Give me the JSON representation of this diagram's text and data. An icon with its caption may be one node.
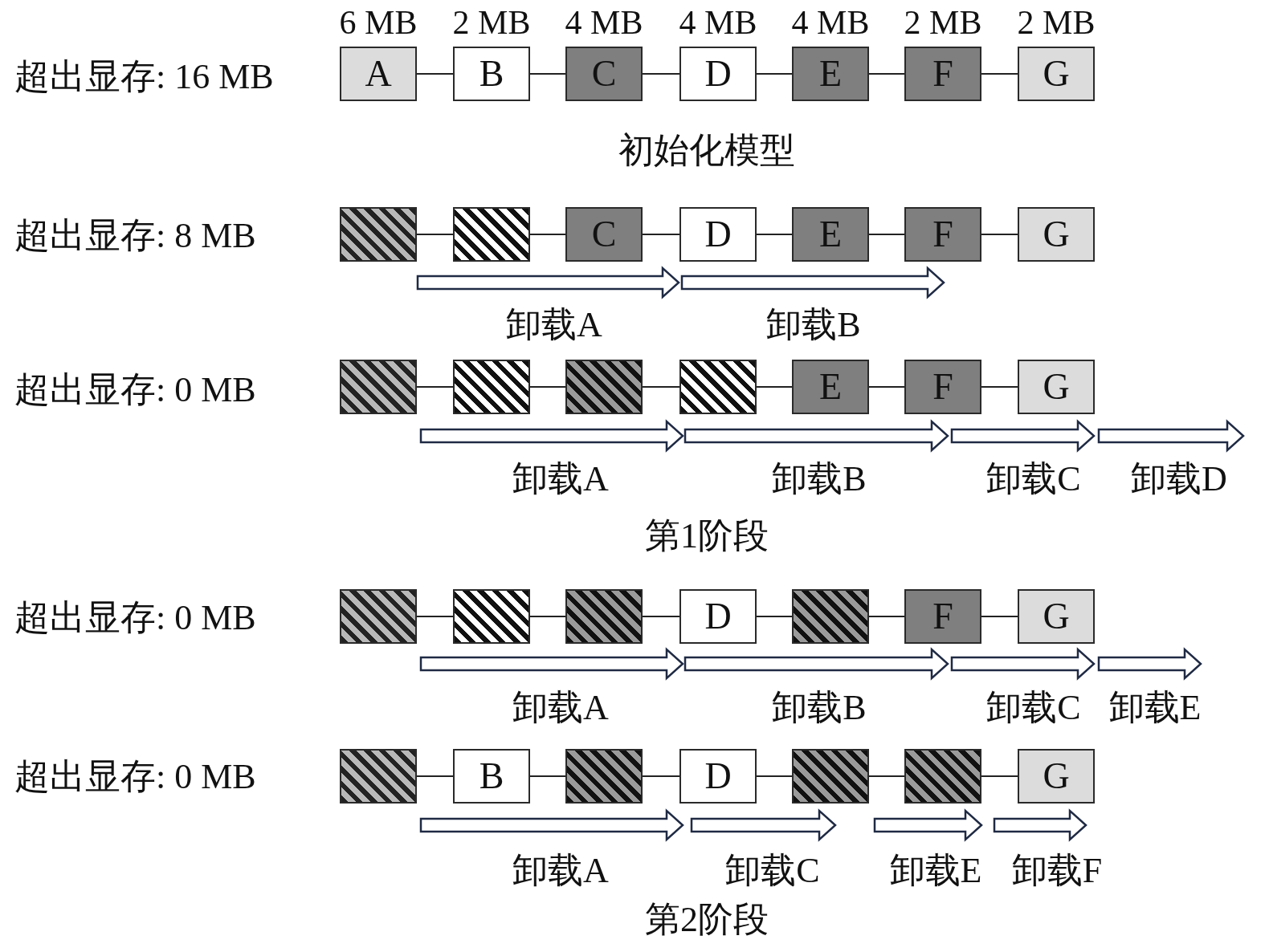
{
  "diagram": {
    "nodes": [
      {
        "text": [
          "A"
        ]
      },
      {
        "text": [
          "B"
        ]
      },
      {
        "text": [
          "C"
        ]
      },
      {
        "text": [
          "D"
        ]
      },
      {
        "text": [
          "E"
        ]
      },
      {
        "text": [
          "F"
        ]
      },
      {
        "text": [
          "G"
        ]
      },
      {
        "text": [],
        "shape": "box"
      },
      {
        "text": [],
        "shape": "box"
      },
      {
        "text": [
          "C"
        ]
      },
      {
        "text": [
          "D"
        ]
      },
      {
        "text": [
          "E"
        ]
      },
      {
        "text": [
          "F"
        ]
      },
      {
        "text": [
          "G"
        ]
      },
      {
        "text": [],
        "shape": "box"
      },
      {
        "text": [],
        "shape": "box"
      },
      {
        "text": [],
        "shape": "box"
      },
      {
        "text": [],
        "shape": "box"
      },
      {
        "text": [
          "E"
        ]
      },
      {
        "text": [
          "F"
        ]
      },
      {
        "text": [
          "G"
        ]
      },
      {
        "text": [],
        "shape": "box"
      },
      {
        "text": [],
        "shape": "box"
      },
      {
        "text": [],
        "shape": "box"
      },
      {
        "text": [
          "D"
        ]
      },
      {
        "text": [],
        "shape": "box"
      },
      {
        "text": [
          "F"
        ]
      },
      {
        "text": [
          "G"
        ]
      },
      {
        "text": [],
        "shape": "box"
      },
      {
        "text": [
          "B"
        ]
      },
      {
        "text": [],
        "shape": "box"
      },
      {
        "text": [
          "D"
        ]
      },
      {
        "text": [],
        "shape": "box"
      },
      {
        "text": [],
        "shape": "box"
      },
      {
        "text": [
          "G"
        ]
      }
    ],
    "edges": [
      {
        "from": 0,
        "to": 1,
        "arrow": "none"
      },
      {
        "from": 1,
        "to": 2,
        "arrow": "none"
      },
      {
        "from": 2,
        "to": 3,
        "arrow": "none"
      },
      {
        "from": 3,
        "to": 4,
        "arrow": "none"
      },
      {
        "from": 4,
        "to": 5,
        "arrow": "none"
      },
      {
        "from": 5,
        "to": 6,
        "arrow": "none"
      },
      {
        "from": 7,
        "to": 8,
        "arrow": "none"
      },
      {
        "from": 8,
        "to": 9,
        "arrow": "none"
      },
      {
        "from": 9,
        "to": 10,
        "arrow": "none"
      },
      {
        "from": 10,
        "to": 11,
        "arrow": "none"
      },
      {
        "from": 11,
        "to": 12,
        "arrow": "none"
      },
      {
        "from": 12,
        "to": 13,
        "arrow": "none"
      },
      {
        "from": 14,
        "to": 15,
        "arrow": "none"
      },
      {
        "from": 15,
        "to": 16,
        "arrow": "none"
      },
      {
        "from": 16,
        "to": 17,
        "arrow": "none"
      },
      {
        "from": 17,
        "to": 18,
        "arrow": "none"
      },
      {
        "from": 18,
        "to": 19,
        "arrow": "none"
      },
      {
        "from": 19,
        "to": 20,
        "arrow": "none"
      },
      {
        "from": 21,
        "to": 22,
        "arrow": "none"
      },
      {
        "from": 22,
        "to": 23,
        "arrow": "none"
      },
      {
        "from": 23,
        "to": 24,
        "arrow": "none"
      },
      {
        "from": 24,
        "to": 25,
        "arrow": "none"
      },
      {
        "from": 25,
        "to": 26,
        "arrow": "none"
      },
      {
        "from": 26,
        "to": 27,
        "arrow": "none"
      },
      {
        "from": 28,
        "to": 29,
        "arrow": "none"
      },
      {
        "from": 29,
        "to": 30,
        "arrow": "none"
      },
      {
        "from": 30,
        "to": 31,
        "arrow": "none"
      },
      {
        "from": 31,
        "to": 32,
        "arrow": "none"
      },
      {
        "from": 32,
        "to": 33,
        "arrow": "none"
      },
      {
        "from": 33,
        "to": 34,
        "arrow": "none"
      }
    ],
    "labels": [
      "6 MB",
      "2 MB",
      "4 MB",
      "4 MB",
      "4 MB",
      "2 MB",
      "2 MB",
      "超出显存: 16 MB",
      "初始化模型",
      "超出显存: 8 MB",
      "卸载A",
      "卸载B",
      "超出显存: 0 MB",
      "卸载A",
      "卸载B",
      "卸载C",
      "卸载D",
      "第1阶段",
      "超出显存: 0 MB",
      "卸载A",
      "卸载B",
      "卸载C",
      "卸载E",
      "超出显存: 0 MB",
      "卸载A",
      "卸载C",
      "卸载E",
      "卸载F",
      "第2阶段"
    ]
  }
}
